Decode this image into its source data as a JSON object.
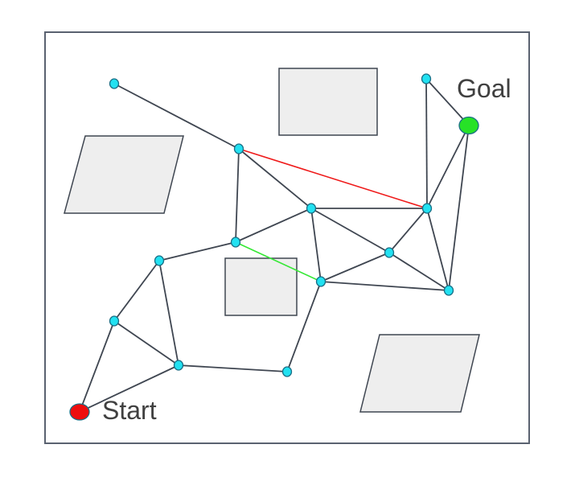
{
  "labels": {
    "start": "Start",
    "goal": "Goal"
  },
  "colors": {
    "border": "#5a6270",
    "obstacle_fill": "#eeeeee",
    "obstacle_stroke": "#3f4651",
    "edge": "#3f4651",
    "node_fill": "#22e1f1",
    "node_stroke": "#1a6f86",
    "start_fill": "#ee0e0e",
    "goal_fill": "#27e227",
    "edge_blocked": "#ef1a1a",
    "edge_highlight": "#35e835"
  },
  "graph": {
    "nodes": [
      {
        "id": "n1",
        "name": "roadmap-node-1"
      },
      {
        "id": "n2",
        "name": "roadmap-node-2"
      },
      {
        "id": "n3",
        "name": "roadmap-node-3"
      },
      {
        "id": "n4",
        "name": "roadmap-node-4"
      },
      {
        "id": "n5",
        "name": "roadmap-node-5"
      },
      {
        "id": "n6",
        "name": "roadmap-node-6"
      },
      {
        "id": "n7",
        "name": "roadmap-node-7"
      },
      {
        "id": "n8",
        "name": "roadmap-node-8"
      },
      {
        "id": "n9",
        "name": "roadmap-node-9"
      },
      {
        "id": "n10",
        "name": "roadmap-node-10"
      },
      {
        "id": "n11",
        "name": "roadmap-node-11"
      },
      {
        "id": "n12",
        "name": "roadmap-node-12"
      },
      {
        "id": "n13",
        "name": "roadmap-node-13"
      },
      {
        "id": "n14",
        "name": "roadmap-node-14"
      },
      {
        "id": "n15",
        "name": "roadmap-node-15"
      }
    ],
    "special_nodes": [
      {
        "id": "start",
        "name": "start-node"
      },
      {
        "id": "goal",
        "name": "goal-node"
      }
    ],
    "edges": [
      [
        "n1",
        "n3",
        "normal"
      ],
      [
        "n2",
        "goal",
        "normal"
      ],
      [
        "n2",
        "n8",
        "normal"
      ],
      [
        "goal",
        "n8",
        "normal"
      ],
      [
        "goal",
        "n11",
        "normal"
      ],
      [
        "n3",
        "n8",
        "blocked"
      ],
      [
        "n3",
        "n4",
        "normal"
      ],
      [
        "n3",
        "n5",
        "normal"
      ],
      [
        "n4",
        "n5",
        "normal"
      ],
      [
        "n4",
        "n8",
        "normal"
      ],
      [
        "n4",
        "n9",
        "normal"
      ],
      [
        "n4",
        "n10",
        "normal"
      ],
      [
        "n5",
        "n6",
        "normal"
      ],
      [
        "n5",
        "n10",
        "highlight"
      ],
      [
        "n8",
        "n9",
        "normal"
      ],
      [
        "n8",
        "n11",
        "normal"
      ],
      [
        "n9",
        "n10",
        "normal"
      ],
      [
        "n9",
        "n11",
        "normal"
      ],
      [
        "n10",
        "n11",
        "normal"
      ],
      [
        "n10",
        "n14",
        "normal"
      ],
      [
        "n6",
        "n12",
        "normal"
      ],
      [
        "n6",
        "n13",
        "normal"
      ],
      [
        "n12",
        "n13",
        "normal"
      ],
      [
        "n12",
        "start",
        "normal"
      ],
      [
        "n13",
        "start",
        "normal"
      ],
      [
        "n13",
        "n14",
        "normal"
      ]
    ]
  }
}
